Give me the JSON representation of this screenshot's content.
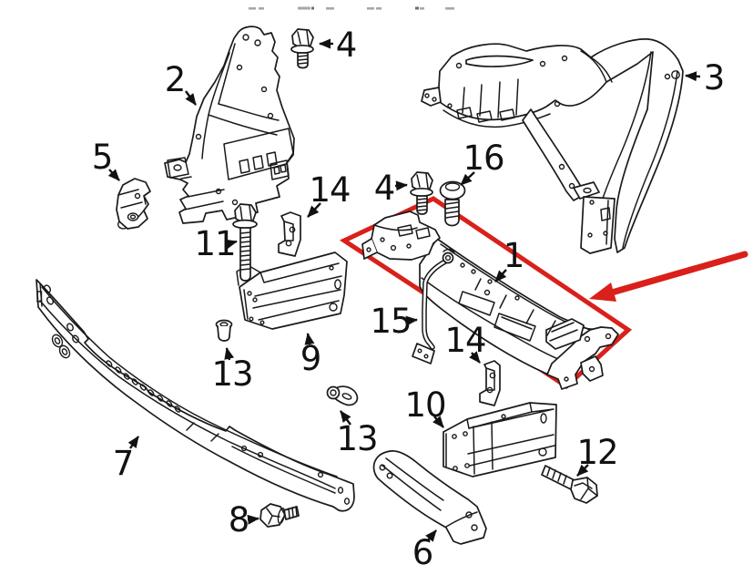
{
  "diagram": {
    "type": "exploded-parts-diagram",
    "highlighted_callout": "1",
    "colors": {
      "highlight_red": "#d9201a",
      "line_black": "#1a1a1a",
      "label_black": "#111111",
      "artifact_gray": "#a8a8a8",
      "background": "#ffffff"
    },
    "callouts": [
      {
        "label": "2"
      },
      {
        "label": "4"
      },
      {
        "label": "3"
      },
      {
        "label": "5"
      },
      {
        "label": "16"
      },
      {
        "label": "4"
      },
      {
        "label": "14"
      },
      {
        "label": "11"
      },
      {
        "label": "1"
      },
      {
        "label": "15"
      },
      {
        "label": "9"
      },
      {
        "label": "13"
      },
      {
        "label": "14"
      },
      {
        "label": "10"
      },
      {
        "label": "13"
      },
      {
        "label": "7"
      },
      {
        "label": "12"
      },
      {
        "label": "8"
      },
      {
        "label": "6"
      }
    ]
  }
}
